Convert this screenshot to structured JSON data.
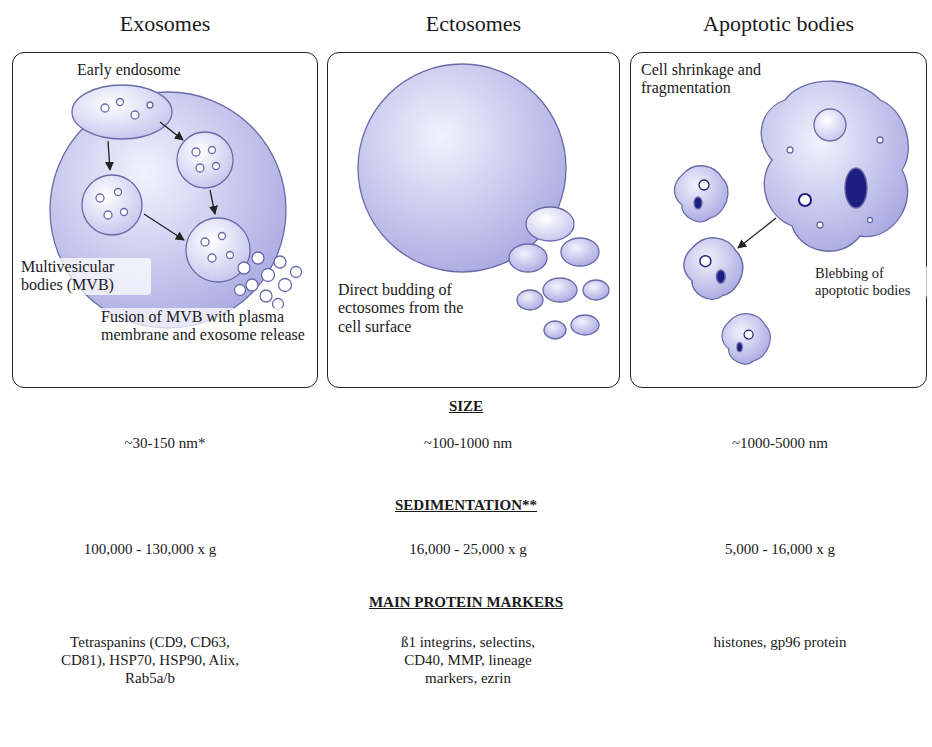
{
  "diagram": {
    "nodes": [
      {
        "text": [
          "Exosomes",
          "Early endosome",
          "Multivesicular bodies (MVB)",
          "Fusion of MVB with plasma membrane and exosome release"
        ]
      },
      {
        "text": [
          "Ectosomes",
          "Direct budding of ectosomes from the cell surface"
        ]
      },
      {
        "text": [
          "Apoptotic bodies",
          "Cell shrinkage and fragmentation",
          "Blebbing of apoptotic bodies"
        ]
      }
    ],
    "labels": [
      "SIZE",
      "~30-150 nm*",
      "~100-1000 nm",
      "~1000-5000 nm",
      "SEDIMENTATION**",
      "100,000 - 130,000 x g",
      "16,000 - 25,000 x g",
      "5,000 - 16,000 x g",
      "MAIN PROTEIN MARKERS",
      "Tetraspanins (CD9, CD63, CD81), HSP70, HSP90, Alix, Rab5a/b",
      "ß1 integrins, selectins, CD40, MMP, lineage markers, ezrin",
      "histones, gp96 protein"
    ]
  }
}
